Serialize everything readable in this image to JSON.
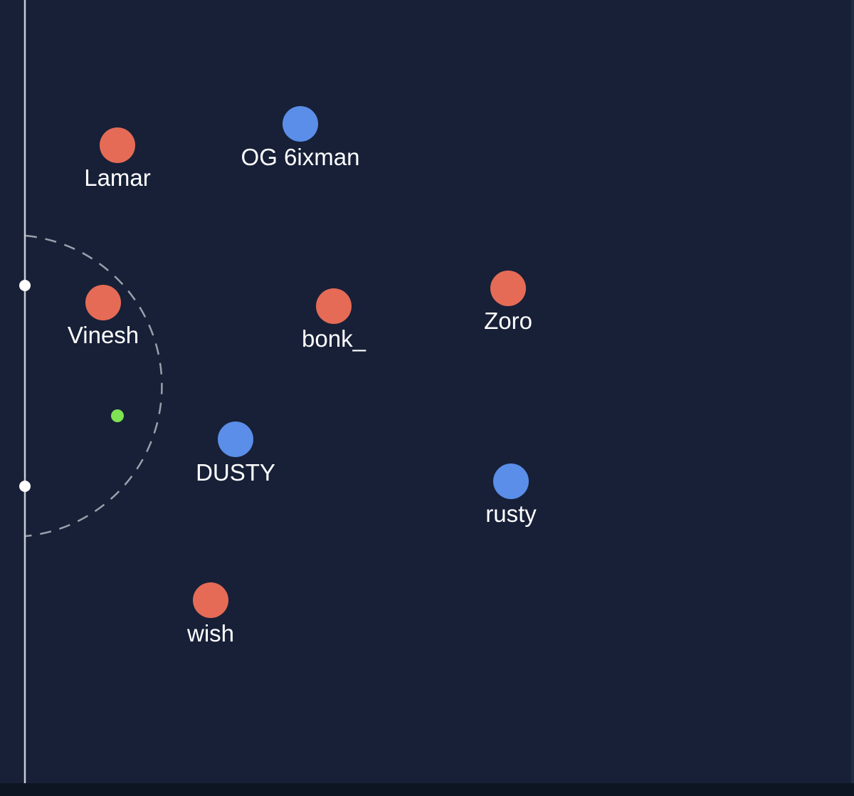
{
  "colors": {
    "background": "#172037",
    "team_orange": "#e56b56",
    "team_blue": "#5a8ee8",
    "ball": "#7ee254",
    "line": "#c8ccd4",
    "arc": "#9aa0ab",
    "right_edge": "#222c42"
  },
  "players": [
    {
      "name": "Lamar",
      "team": "orange"
    },
    {
      "name": "OG 6ixman",
      "team": "blue"
    },
    {
      "name": "Vinesh",
      "team": "orange"
    },
    {
      "name": "bonk_",
      "team": "orange"
    },
    {
      "name": "Zoro",
      "team": "orange"
    },
    {
      "name": "DUSTY",
      "team": "blue"
    },
    {
      "name": "rusty",
      "team": "blue"
    },
    {
      "name": "wish",
      "team": "orange"
    }
  ]
}
